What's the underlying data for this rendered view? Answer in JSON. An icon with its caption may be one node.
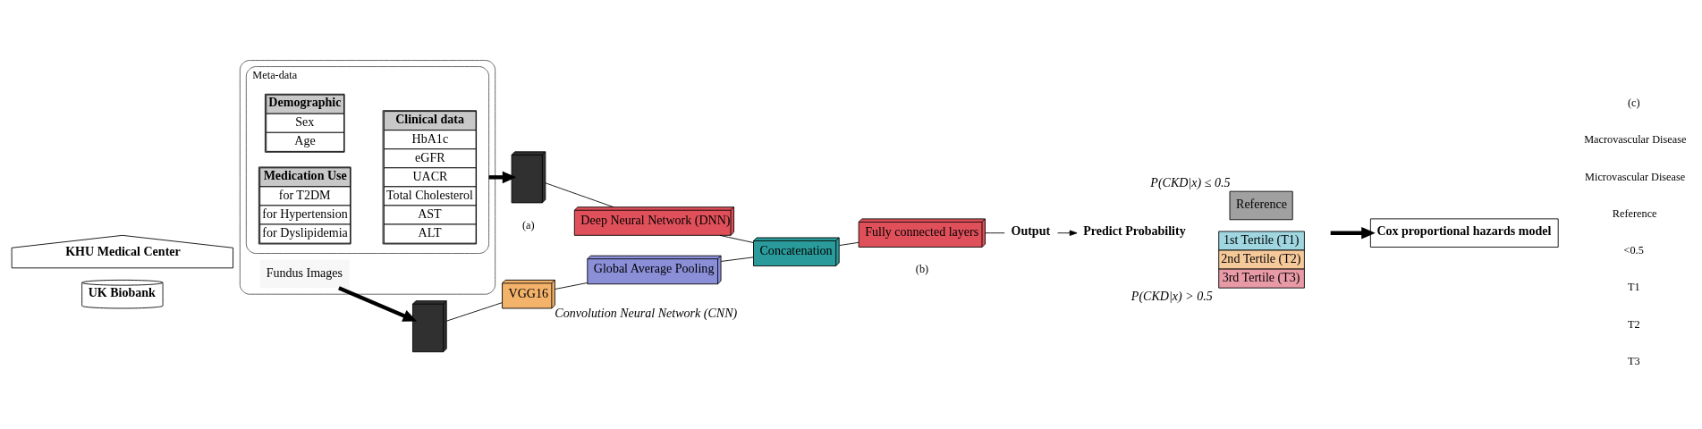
{
  "diagram": {
    "nodes": [
      {
        "text": [
          "KHU Medical Center"
        ]
      },
      {
        "text": [
          "UK Biobank"
        ]
      },
      {
        "text": [],
        "shape": "box"
      },
      {
        "text": [
          "Fundus Images"
        ],
        "in": 2
      },
      {
        "text": [
          "Meta-data"
        ],
        "in": 2
      },
      {
        "text": [
          "Demographic",
          "Sex",
          "Age"
        ],
        "in": 4
      },
      {
        "text": [
          "Medication Use",
          "for T2DM",
          "for Hypertension",
          "for Dyslipidemia"
        ],
        "in": 4
      },
      {
        "text": [
          "Clinical data",
          "HbA1c",
          "eGFR",
          "UACR",
          "Total Cholesterol",
          "AST",
          "ALT"
        ],
        "in": 4
      },
      {
        "text": [],
        "shape": "box"
      },
      {
        "text": [],
        "shape": "box"
      },
      {
        "text": [
          "VGG16"
        ],
        "beside": [
          "Convolution Neural Network (CNN)"
        ]
      },
      {
        "text": [
          "Global Average Pooling"
        ]
      },
      {
        "text": [
          "Deep Neural Network (DNN)"
        ]
      },
      {
        "text": [
          "Concatenation"
        ]
      },
      {
        "text": [
          "Fully connected layers"
        ]
      },
      {
        "text": [
          "Output"
        ]
      },
      {
        "text": [
          "Predict Probability"
        ]
      },
      {
        "text": [
          "Reference"
        ],
        "beside": [
          "P(CKD|x) ≤ 0.5"
        ]
      },
      {
        "text": [
          "1st Tertile (T1)",
          "2nd Tertile (T2)",
          "3rd Tertile (T3)"
        ],
        "beside": [
          "P(CKD|x) > 0.5"
        ]
      },
      {
        "text": [
          "Cox proportional hazards model"
        ]
      }
    ],
    "edges": [
      {
        "from": 3,
        "to": 8,
        "arrow": "to",
        "style": "thick"
      },
      {
        "from": 4,
        "to": 9,
        "arrow": "to",
        "style": "thick"
      },
      {
        "from": 8,
        "to": 10,
        "arrow": "none"
      },
      {
        "from": 10,
        "to": 11,
        "arrow": "none"
      },
      {
        "from": 11,
        "to": 13,
        "arrow": "none"
      },
      {
        "from": 9,
        "to": 12,
        "arrow": "none"
      },
      {
        "from": 12,
        "to": 13,
        "arrow": "none"
      },
      {
        "from": 13,
        "to": 14,
        "arrow": "none"
      },
      {
        "from": 14,
        "to": 15,
        "arrow": "none"
      },
      {
        "from": 15,
        "to": 16,
        "arrow": "to"
      },
      {
        "from": null,
        "to": 19,
        "arrow": "to",
        "style": "thick"
      }
    ],
    "labels": [
      "(a)",
      "(b)",
      "(c)",
      "Macrovascular Disease",
      "Microvascular Disease",
      "Reference",
      "<0.5",
      "T1",
      "T2",
      "T3"
    ]
  }
}
